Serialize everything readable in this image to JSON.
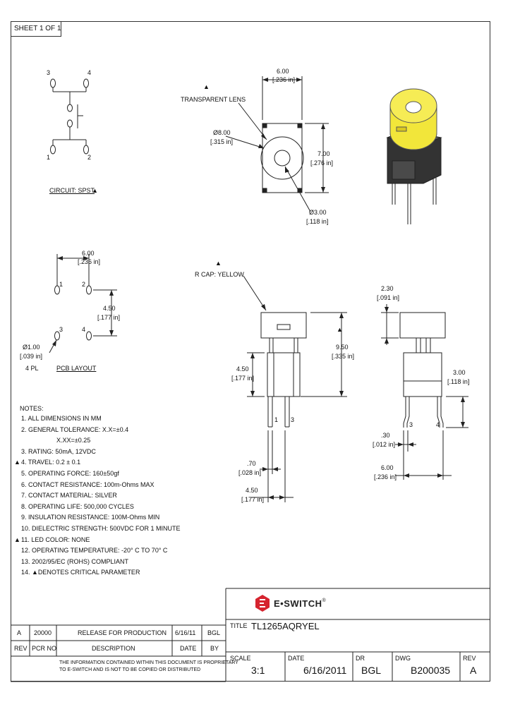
{
  "sheet_label": "SHEET 1 OF 1",
  "circuit": {
    "pins": [
      "3",
      "4",
      "1",
      "2"
    ],
    "label": "CIRCUIT: SPST"
  },
  "top_view": {
    "width_mm": "6.00",
    "width_in": "[.236 in]",
    "height_mm": "7.00",
    "height_in": "[.276 in]",
    "lens_label": "TRANSPARENT LENS",
    "outer_dia_mm": "Ø8.00",
    "outer_dia_in": "[.315 in]",
    "inner_dia_mm": "Ø3.00",
    "inner_dia_in": "[.118 in]"
  },
  "pcb": {
    "width_mm": "6.00",
    "width_in": "[.236 in]",
    "pitch_mm": "4.50",
    "pitch_in": "[.177 in]",
    "hole_mm": "Ø1.00",
    "hole_in": "[.039 in]",
    "hole_qty": "4 PL",
    "pins": [
      "1",
      "2",
      "3",
      "4"
    ],
    "label": "PCB LAYOUT"
  },
  "front_view": {
    "cap_label": "R CAP: YELLOW",
    "height_mm": "9.50",
    "height_in": "[.335 in]",
    "body_mm": "4.50",
    "body_in": "[.177 in]",
    "pin_w_mm": ".70",
    "pin_w_in": "[.028 in]",
    "pitch_mm": "4.50",
    "pitch_in": "[.177 in]",
    "pins": [
      "1",
      "3"
    ]
  },
  "side_view": {
    "cap_h_mm": "2.30",
    "cap_h_in": "[.091 in]",
    "pin_len_mm": "3.00",
    "pin_len_in": "[.118 in]",
    "pin_t_mm": ".30",
    "pin_t_in": "[.012 in]",
    "width_mm": "6.00",
    "width_in": "[.236 in]",
    "pins": [
      "3",
      "4"
    ]
  },
  "notes": {
    "title": "NOTES:",
    "items": [
      {
        "mark": "",
        "text": "1. ALL DIMENSIONS IN MM"
      },
      {
        "mark": "",
        "text": "2. GENERAL TOLERANCE: X.X=±0.4"
      },
      {
        "mark": "",
        "text": "X.XX=±0.25"
      },
      {
        "mark": "",
        "text": "3. RATING: 50mA, 12VDC"
      },
      {
        "mark": "▲",
        "text": "4. TRAVEL: 0.2 ± 0.1"
      },
      {
        "mark": "",
        "text": "5. OPERATING FORCE: 160±50gf"
      },
      {
        "mark": "",
        "text": "6. CONTACT RESISTANCE: 100m-Ohms MAX"
      },
      {
        "mark": "",
        "text": "7. CONTACT MATERIAL: SILVER"
      },
      {
        "mark": "",
        "text": "8. OPERATING LIFE: 500,000 CYCLES"
      },
      {
        "mark": "",
        "text": "9. INSULATION RESISTANCE: 100M-Ohms MIN"
      },
      {
        "mark": "",
        "text": "10. DIELECTRIC STRENGTH: 500VDC FOR 1 MINUTE"
      },
      {
        "mark": "▲",
        "text": "11. LED COLOR: NONE"
      },
      {
        "mark": "",
        "text": "12. OPERATING TEMPERATURE: -20° C TO 70° C"
      },
      {
        "mark": "",
        "text": "13. 2002/95/EC (ROHS) COMPLIANT"
      },
      {
        "mark": "",
        "text": "14. ▲DENOTES CRITICAL PARAMETER"
      }
    ]
  },
  "logo": {
    "text": "E•SWITCH",
    "reg": "®",
    "brand_color": "#d6242f"
  },
  "revision_table": {
    "row": {
      "rev": "A",
      "pcr": "20000",
      "desc": "RELEASE FOR PRODUCTION",
      "date": "6/16/11",
      "by": "BGL"
    },
    "headers": {
      "rev": "REV",
      "pcr": "PCR NO",
      "desc": "DESCRIPTION",
      "date": "DATE",
      "by": "BY"
    },
    "disclaimer_1": "THE INFORMATION CONTAINED WITHIN THIS DOCUMENT IS PROPRIETARY",
    "disclaimer_2": "TO E-SWITCH AND IS NOT TO BE COPIED OR DISTRIBUTED"
  },
  "title_block": {
    "title_label": "TITLE",
    "title": "TL1265AQRYEL",
    "scale_label": "SCALE",
    "scale": "3:1",
    "date_label": "DATE",
    "date": "6/16/2011",
    "dr_label": "DR",
    "dr": "BGL",
    "dwg_label": "DWG",
    "dwg": "B200035",
    "rev_label": "REV",
    "rev": "A"
  },
  "colors": {
    "cap_yellow": "#f2e63a",
    "body_dark": "#2a2a2a",
    "line": "#222222"
  }
}
